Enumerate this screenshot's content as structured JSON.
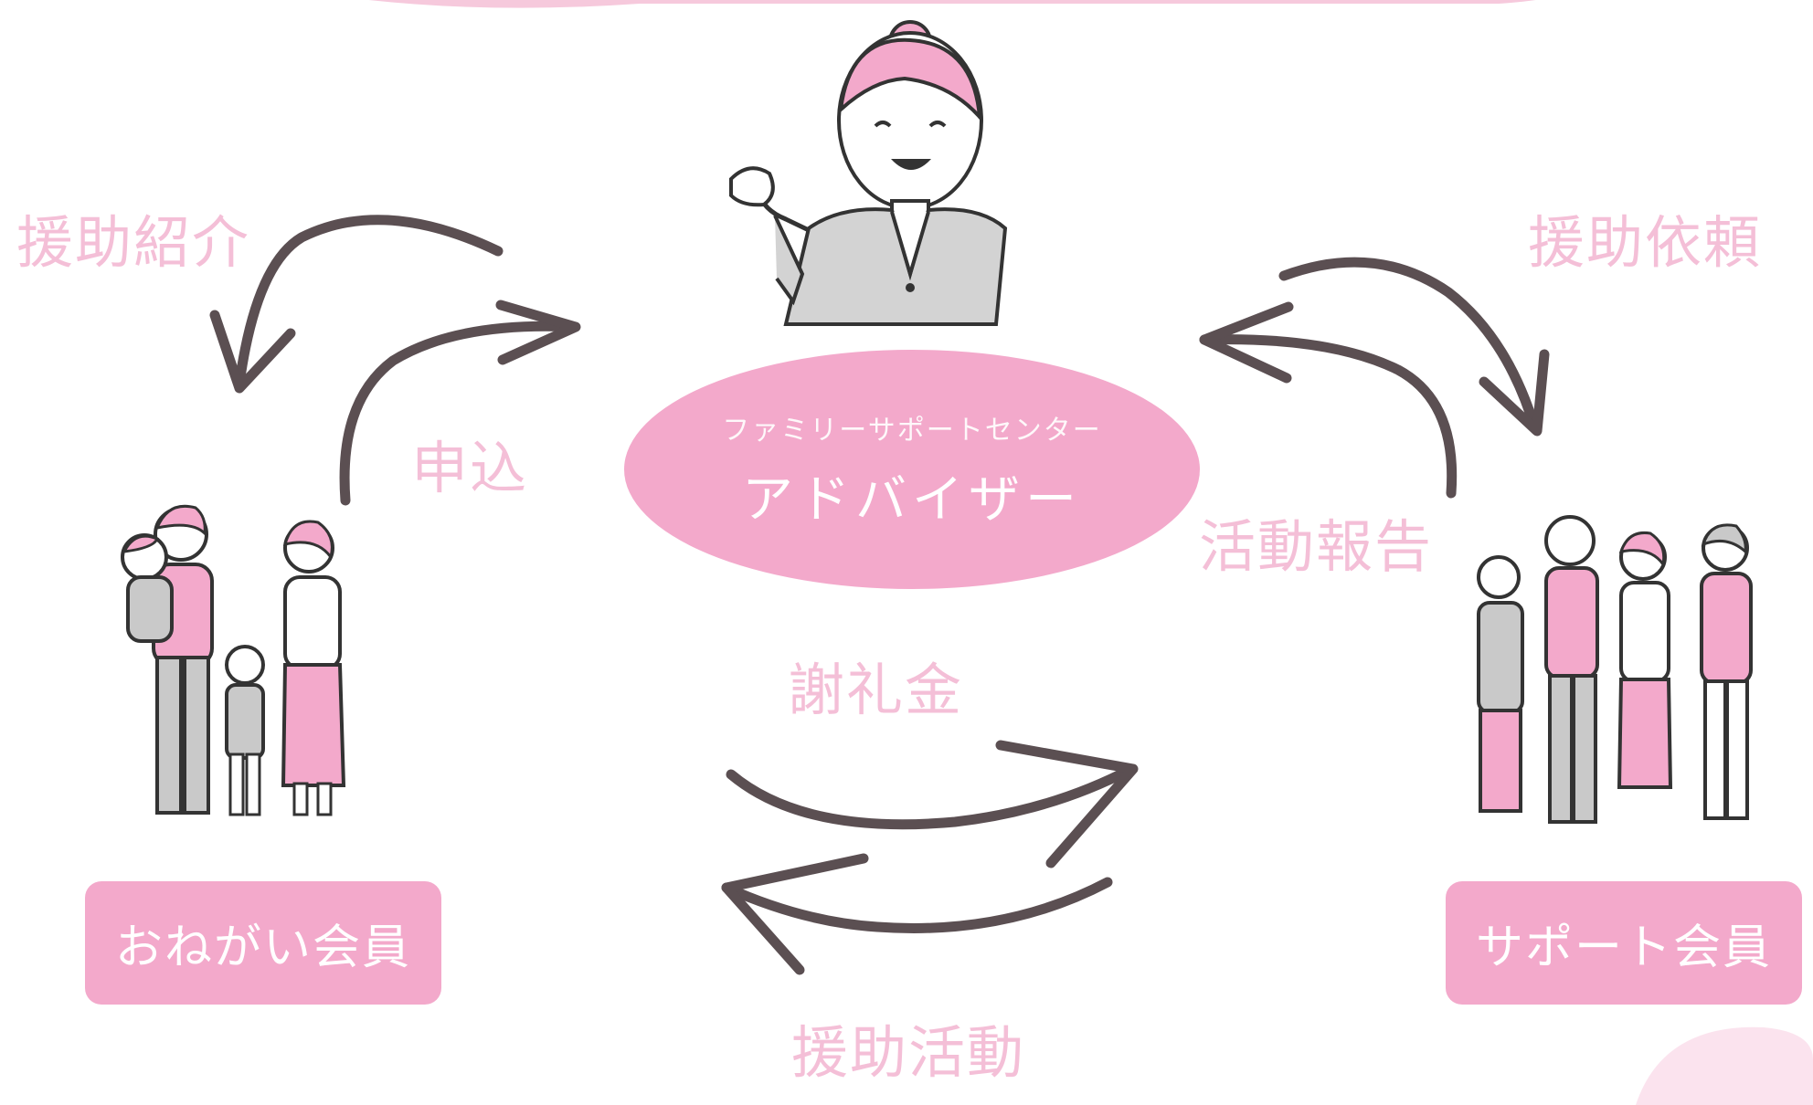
{
  "center": {
    "subtitle": "ファミリーサポートセンター",
    "title": "アドバイザー"
  },
  "members": {
    "left": "おねがい会員",
    "right": "サポート会員"
  },
  "flows": {
    "introduction": "援助紹介",
    "application": "申込",
    "request": "援助依頼",
    "report": "活動報告",
    "reward": "謝礼金",
    "activity": "援助活動"
  },
  "colors": {
    "pink": "#f3a9cb",
    "pink_light": "#f4bfd7",
    "arrow": "#5b4f52",
    "gray": "#c9c9c9"
  }
}
